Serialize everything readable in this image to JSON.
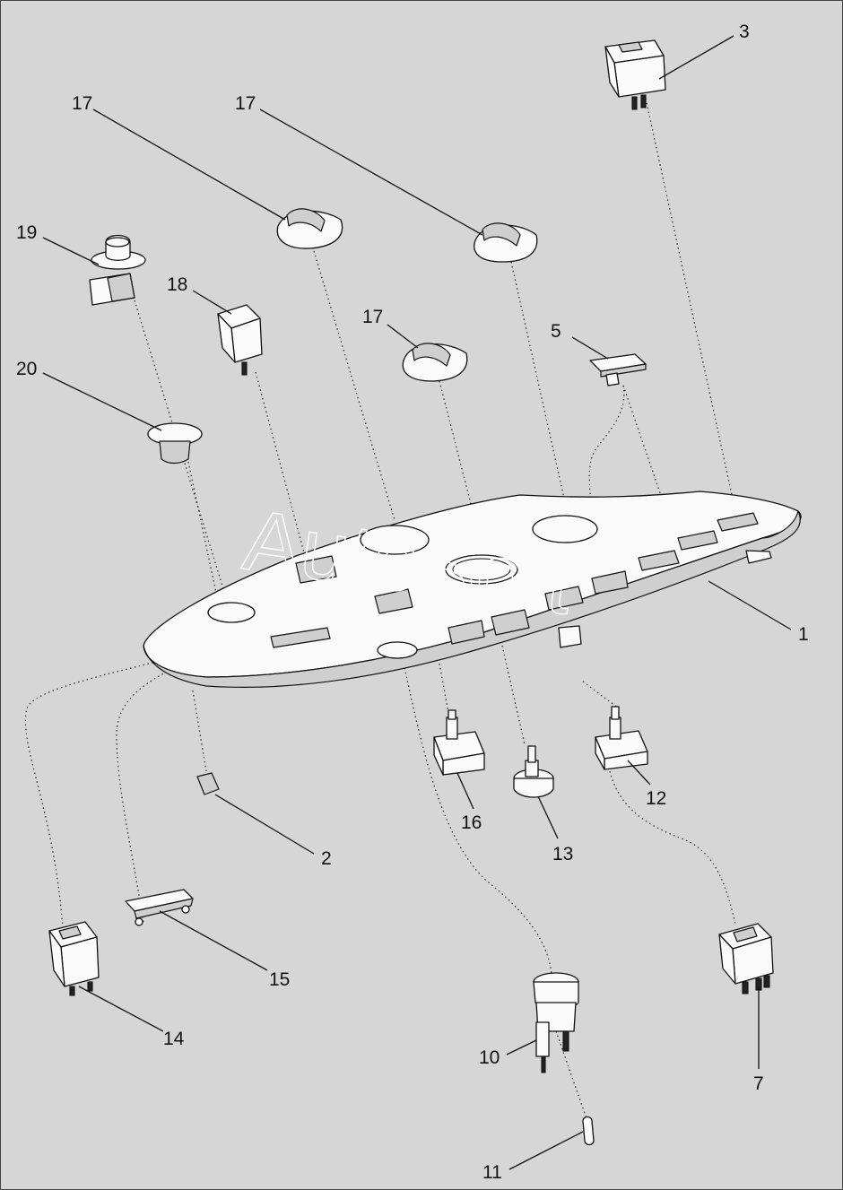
{
  "watermark": "AutoSoft",
  "callouts": [
    {
      "id": "panel",
      "label": "1"
    },
    {
      "id": "clip",
      "label": "2"
    },
    {
      "id": "switch-top-right",
      "label": "3"
    },
    {
      "id": "plug",
      "label": "5"
    },
    {
      "id": "switch-bottom-right",
      "label": "7"
    },
    {
      "id": "cigarette-lighter",
      "label": "10"
    },
    {
      "id": "bulb",
      "label": "11"
    },
    {
      "id": "rotary-switch",
      "label": "12"
    },
    {
      "id": "potentiometer",
      "label": "13"
    },
    {
      "id": "switch-bottom-left",
      "label": "14"
    },
    {
      "id": "cover-strip",
      "label": "15"
    },
    {
      "id": "rotary-switch-2",
      "label": "16"
    },
    {
      "id": "knob-left",
      "label": "17"
    },
    {
      "id": "knob-right",
      "label": "17"
    },
    {
      "id": "knob-center",
      "label": "17"
    },
    {
      "id": "switch-small",
      "label": "18"
    },
    {
      "id": "push-button",
      "label": "19"
    },
    {
      "id": "cap",
      "label": "20"
    }
  ]
}
